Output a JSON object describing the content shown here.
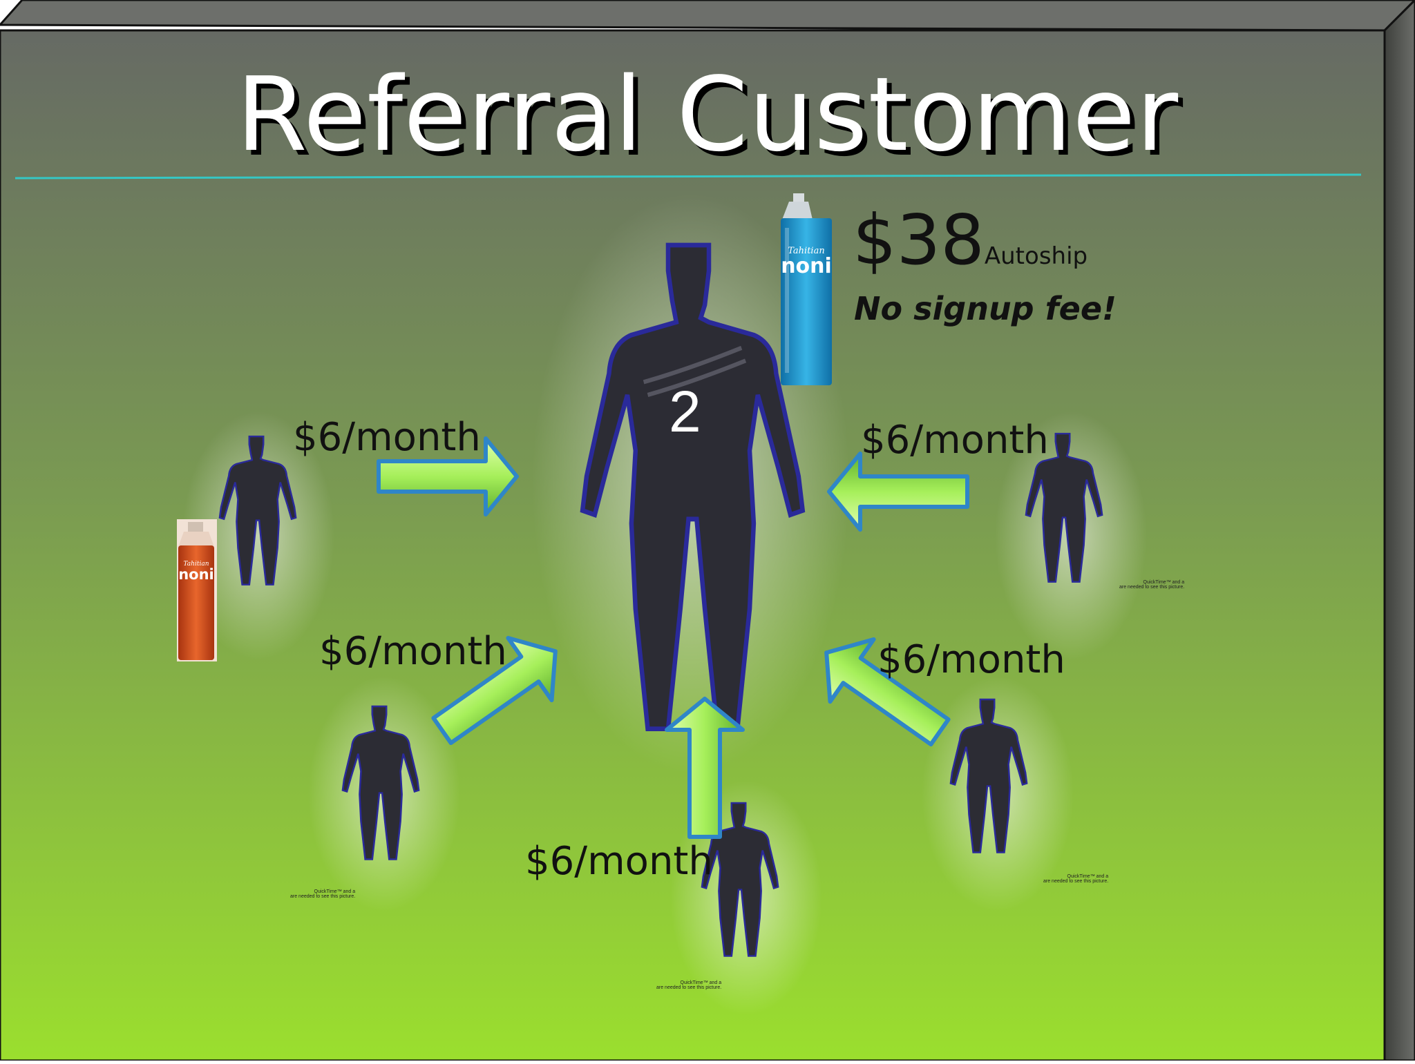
{
  "slide": {
    "title": "Referral Customer",
    "center_person_number": "2",
    "price": "$38",
    "price_note": "Autoship",
    "fee_note": "No signup fee!",
    "referral_amount": "$6/month",
    "product_brand": "Tahitian",
    "product_name": "noni",
    "placeholder_note_line1": "QuickTime™ and a",
    "placeholder_note_line2": "are needed to see this picture."
  },
  "colors": {
    "background_top": "#666a64",
    "background_bottom": "#9bdf2e",
    "divider": "#35c7c4",
    "arrow_fill": "#a9f060",
    "arrow_edge": "#2f86c8",
    "person_fill": "#2c2c34",
    "person_outline": "#2a2a9a",
    "blue_bottle": "#1f95c8",
    "red_bottle": "#d4521f"
  }
}
